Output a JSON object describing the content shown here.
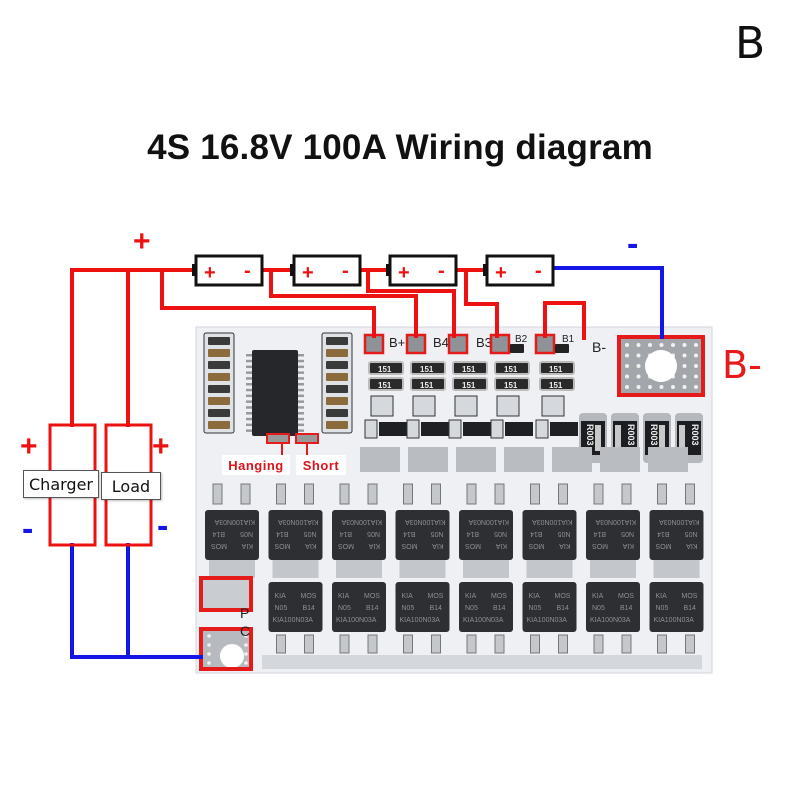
{
  "corner_letter": "B",
  "title": "4S 16.8V 100A Wiring diagram",
  "colors": {
    "positive_wire": "#ee1111",
    "negative_wire": "#1515e6",
    "highlight_box": "#e51a1a",
    "pcb_white": "#eef0f3",
    "mosfet_body": "#2d2f33",
    "pad_silver": "#a9acb0"
  },
  "polarity": {
    "top_plus": "+",
    "top_minus": "-",
    "charger_plus": "+",
    "charger_minus": "-",
    "load_plus": "+",
    "load_minus": "-"
  },
  "batteries": [
    {
      "plus": "+",
      "minus": "-"
    },
    {
      "plus": "+",
      "minus": "-"
    },
    {
      "plus": "+",
      "minus": "-"
    },
    {
      "plus": "+",
      "minus": "-"
    }
  ],
  "loads": {
    "charger": "Charger",
    "load": "Load"
  },
  "balance_pads": [
    "B+",
    "B4",
    "B3",
    "B2",
    "B1"
  ],
  "board_bminus_silk": "B-",
  "bminus_callout": "B-",
  "pc_silk": [
    "P",
    "C"
  ],
  "jumpers": {
    "hanging": "Hanging",
    "short": "Short"
  },
  "small_resistor_code": "151",
  "shunt_resistor_code": "R003",
  "shunt_count": 4,
  "mosfet_markings": {
    "line1_left": "KIA",
    "line1_right": "MOS",
    "line2_left": "N05",
    "line2_right": "B14",
    "line3": "KIA100N03A"
  },
  "mosfet_rows": 2,
  "mosfet_cols": 8
}
